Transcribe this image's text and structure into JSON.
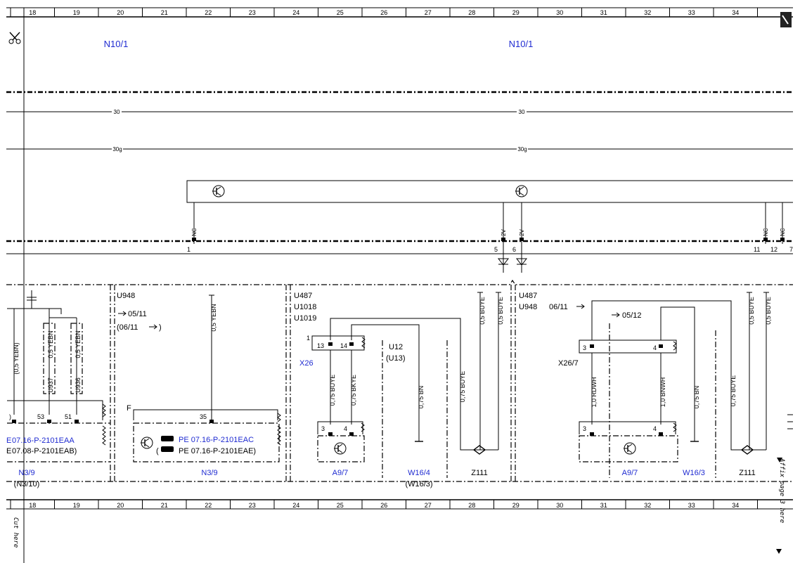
{
  "ruler": {
    "columns": [
      "18",
      "19",
      "20",
      "21",
      "22",
      "23",
      "24",
      "25",
      "26",
      "27",
      "28",
      "29",
      "30",
      "31",
      "32",
      "33",
      "34"
    ]
  },
  "header": {
    "module_left": "N10/1",
    "module_right": "N10/1"
  },
  "bus": {
    "line_30_left": "30",
    "line_30_right": "30",
    "line_30g_left": "30g",
    "line_30g_right": "30g"
  },
  "connector": {
    "pin_nc": "NC",
    "pin_2v": "2V",
    "pins": [
      "1",
      "5",
      "6",
      "11",
      "12",
      "7"
    ]
  },
  "sections": {
    "s1": {
      "wire1": "(0,5 YEBN)",
      "wire2": "0,5 YEBN",
      "wire3": "0,5 YEBN",
      "code1": "U937",
      "code2": "U936",
      "pin53": "53",
      "pin51": "51",
      "pin_left": ")",
      "ref1": "07.16-P-2101EAA",
      "ref1_prefix": "E",
      "ref2": "07.08-P-2101EAB)",
      "ref2_prefix": "E",
      "module": "N3/9",
      "module_alt": "(N3/10)"
    },
    "s2": {
      "code": "U948",
      "date1": "05/11",
      "date2": "(06/11",
      "wire": "0,5 YEBN",
      "terminal": "F",
      "pin35": "35",
      "ref1": "PE 07.16-P-2101EAC",
      "ref2": "PE 07.16-P-2101EAE)",
      "paren": "(",
      "module": "N3/9"
    },
    "s3": {
      "codes": [
        "U487",
        "U1018",
        "U1019"
      ],
      "wire_top1": "0,5 BUYE",
      "wire_top2": "0,5 BUYE",
      "pin1": "1",
      "pin13": "13",
      "pin14": "14",
      "connector": "X26",
      "code_u12": "U12",
      "code_u13": "(U13)",
      "wire_buye": "0,75 BUYE",
      "wire_bkye": "0,75 BKYE",
      "wire_bn": "0,75 BN",
      "wire_buye2": "0,75 BUYE",
      "pin3": "3",
      "pin4": "4",
      "module_a": "A9/7",
      "module_w": "W16/4",
      "module_w_alt": "(W16/3)",
      "module_z": "Z111"
    },
    "s4": {
      "codes": [
        "U487",
        "U948"
      ],
      "date1": "06/11",
      "date2": "05/12",
      "wire_top1": "0,5 BUYE",
      "wire_top2": "0,5 BUYE",
      "pin3": "3",
      "pin4": "4",
      "connector": "X26/7",
      "wire_rdwh": "1,0 RDWH",
      "wire_bnwh": "1,0 BNWH",
      "wire_bn": "0,75 BN",
      "wire_buye": "0,75 BUYE",
      "pin3b": "3",
      "pin4b": "4",
      "module_a": "A9/7",
      "module_w": "W16/3",
      "module_z": "Z111"
    }
  },
  "margin": {
    "cut_here": "Cut here",
    "affix_page": "Affix page 3 here"
  }
}
